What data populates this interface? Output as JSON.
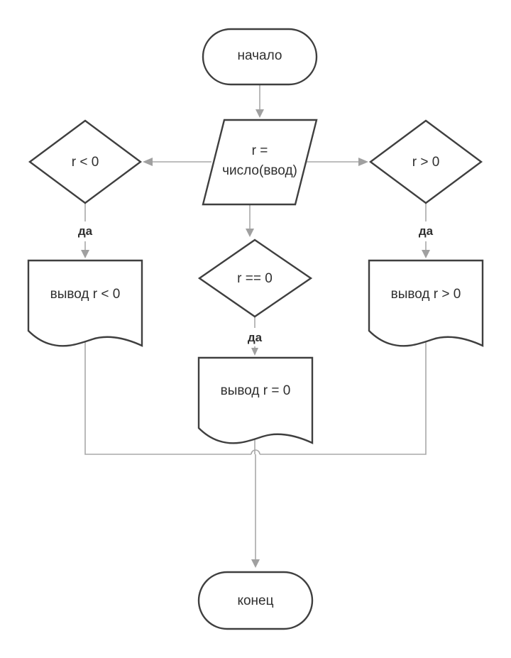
{
  "nodes": {
    "start": "начало",
    "input_line1": "r =",
    "input_line2": "число(ввод)",
    "cond_negative": "r < 0",
    "cond_zero": "r == 0",
    "cond_positive": "r > 0",
    "out_negative": "вывод r < 0",
    "out_zero": "вывод r = 0",
    "out_positive": "вывод r > 0",
    "end": "конец"
  },
  "edge_labels": {
    "yes_left": "да",
    "yes_middle": "да",
    "yes_right": "да"
  }
}
